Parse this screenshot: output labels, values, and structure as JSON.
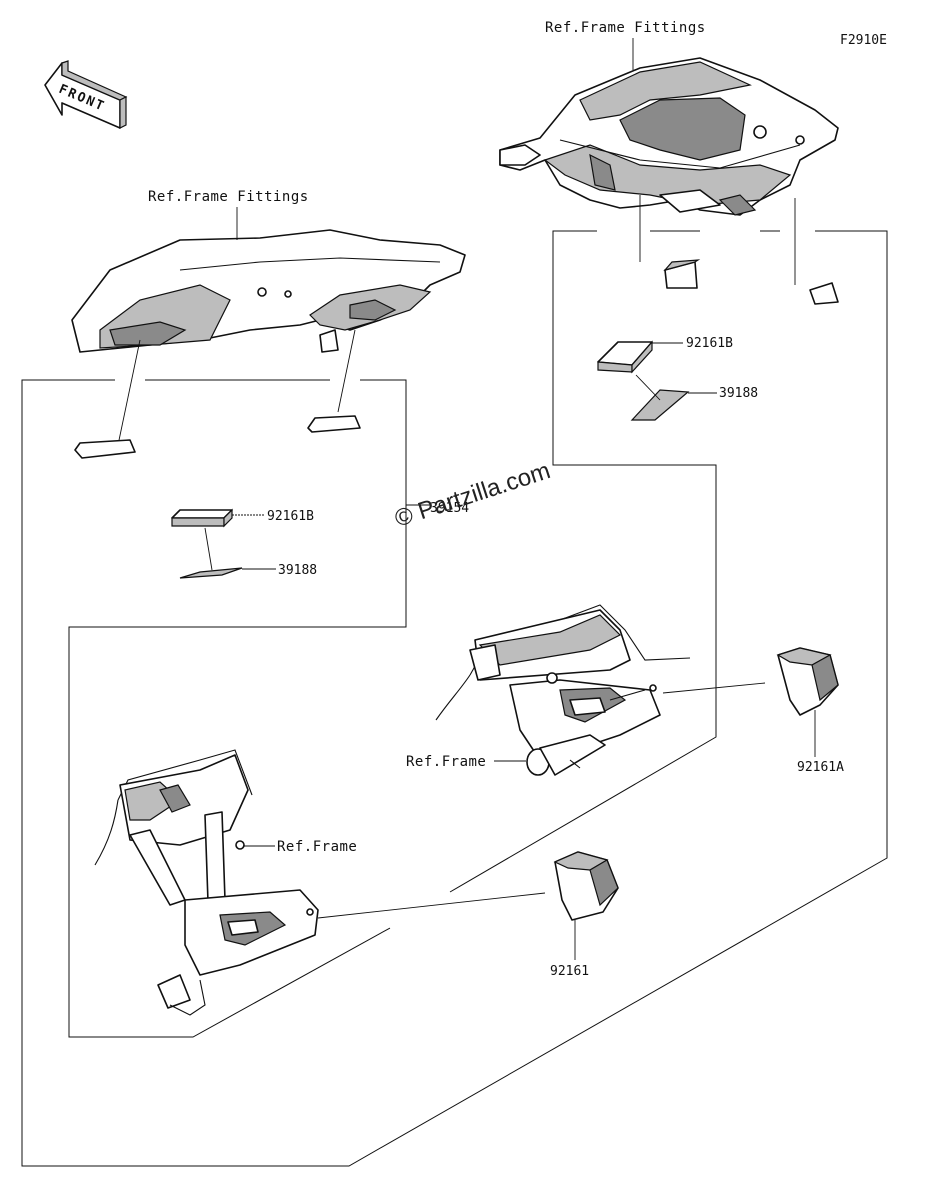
{
  "diagram_code": "F2910E",
  "front_arrow": {
    "label": "FRONT",
    "icon": "front-direction-arrow-icon"
  },
  "labels": {
    "ref_frame_fittings_top": "Ref.Frame Fittings",
    "ref_frame_fittings_left": "Ref.Frame Fittings",
    "ref_frame_mid": "Ref.Frame",
    "ref_frame_low": "Ref.Frame"
  },
  "parts": {
    "right_92161B": "92161B",
    "right_39188": "39188",
    "left_92161B": "92161B",
    "left_39188": "39188",
    "right_92161A": "92161A",
    "left_92161": "92161",
    "hidden_code": "39154"
  },
  "watermark": "© Partzilla.com"
}
